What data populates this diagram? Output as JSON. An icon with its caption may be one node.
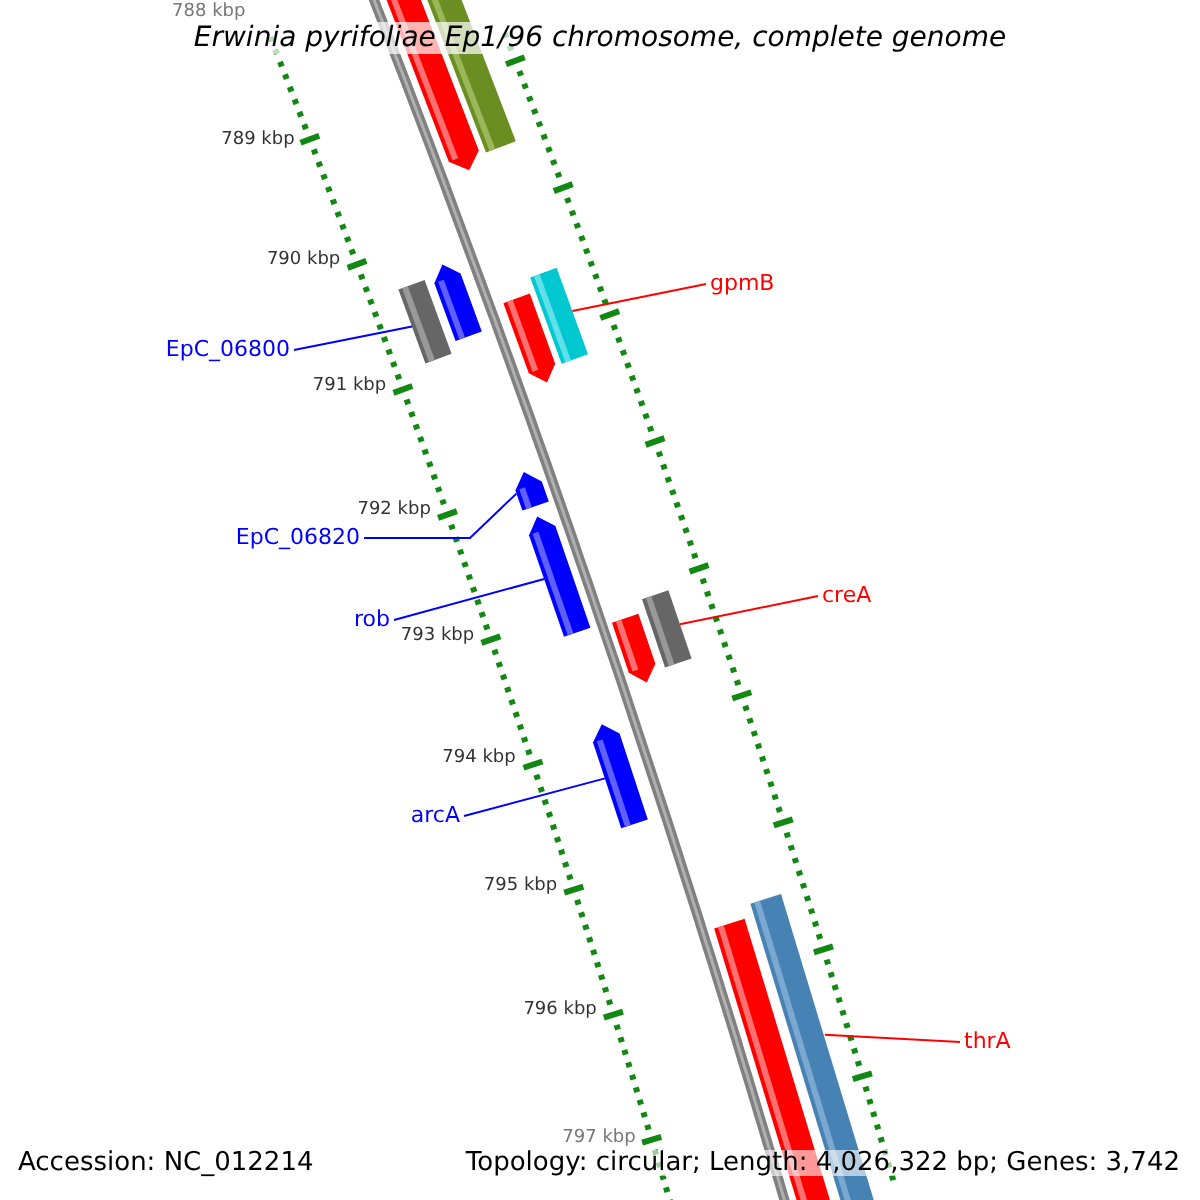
{
  "diagram": {
    "title": "Erwinia pyrifoliae Ep1/96 chromosome, complete genome",
    "nodes": [
      {
        "text": [
          "gpmB"
        ]
      },
      {
        "text": [
          "EpC_06800"
        ]
      },
      {
        "text": [
          "EpC_06820"
        ]
      },
      {
        "text": [
          "creA"
        ]
      },
      {
        "text": [
          "rob"
        ]
      },
      {
        "text": [
          "arcA"
        ]
      },
      {
        "text": [
          "thrA"
        ]
      },
      {
        "text": [],
        "shape": "bar"
      },
      {
        "text": [],
        "shape": "bar"
      },
      {
        "text": [],
        "shape": "bar"
      },
      {
        "text": [],
        "shape": "bar"
      },
      {
        "text": [],
        "shape": "bar"
      },
      {
        "text": [],
        "shape": "bar"
      },
      {
        "text": [],
        "shape": "bar"
      }
    ],
    "edges": [
      {
        "from": 0,
        "to": 8,
        "arrow": "none",
        "color": "#ff0000"
      },
      {
        "from": 1,
        "to": 7,
        "arrow": "none"
      },
      {
        "from": 2,
        "to": 9,
        "arrow": "none"
      },
      {
        "from": 3,
        "to": 11,
        "arrow": "none",
        "color": "#ff0000"
      },
      {
        "from": 4,
        "to": 10,
        "arrow": "none"
      },
      {
        "from": 5,
        "to": 12,
        "arrow": "none"
      },
      {
        "from": 6,
        "to": 13,
        "arrow": "none",
        "color": "#ff0000"
      }
    ],
    "labels": [
      "788 kbp",
      "789 kbp",
      "790 kbp",
      "791 kbp",
      "792 kbp",
      "793 kbp",
      "794 kbp",
      "795 kbp",
      "796 kbp",
      "797 kbp",
      "Accession: NC_012214",
      "Topology: circular; Length: 4,026,322 bp; Genes: 3,742"
    ]
  }
}
